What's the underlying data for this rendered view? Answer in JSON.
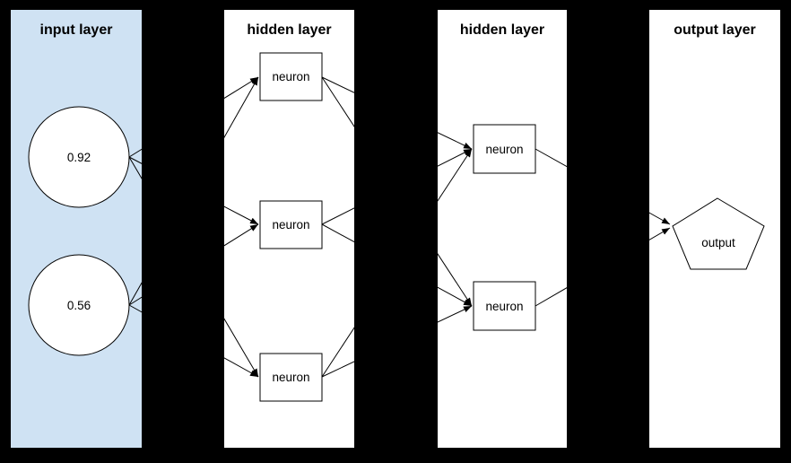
{
  "background_color": "#000000",
  "edge_color": "#000000",
  "diagram": {
    "type": "neural-network",
    "layers": [
      {
        "title": "input layer",
        "fill": "#cfe2f3",
        "nodes": [
          {
            "id": "input-1",
            "shape": "circle",
            "label": "0.92"
          },
          {
            "id": "input-2",
            "shape": "circle",
            "label": "0.56"
          }
        ]
      },
      {
        "title": "hidden layer",
        "fill": "#ffffff",
        "nodes": [
          {
            "id": "h1-neuron-1",
            "shape": "rect",
            "label": "neuron"
          },
          {
            "id": "h1-neuron-2",
            "shape": "rect",
            "label": "neuron"
          },
          {
            "id": "h1-neuron-3",
            "shape": "rect",
            "label": "neuron"
          }
        ]
      },
      {
        "title": "hidden layer",
        "fill": "#ffffff",
        "nodes": [
          {
            "id": "h2-neuron-1",
            "shape": "rect",
            "label": "neuron"
          },
          {
            "id": "h2-neuron-2",
            "shape": "rect",
            "label": "neuron"
          }
        ]
      },
      {
        "title": "output layer",
        "fill": "#ffffff",
        "nodes": [
          {
            "id": "output-1",
            "shape": "pentagon",
            "label": "output"
          }
        ]
      }
    ],
    "edges": [
      "input-1 -> h1-neuron-1",
      "input-1 -> h1-neuron-2",
      "input-1 -> h1-neuron-3",
      "input-2 -> h1-neuron-1",
      "input-2 -> h1-neuron-2",
      "input-2 -> h1-neuron-3",
      "h1-neuron-1 -> h2-neuron-1",
      "h1-neuron-1 -> h2-neuron-2",
      "h1-neuron-2 -> h2-neuron-1",
      "h1-neuron-2 -> h2-neuron-2",
      "h1-neuron-3 -> h2-neuron-1",
      "h1-neuron-3 -> h2-neuron-2",
      "h2-neuron-1 -> output-1",
      "h2-neuron-2 -> output-1"
    ]
  }
}
